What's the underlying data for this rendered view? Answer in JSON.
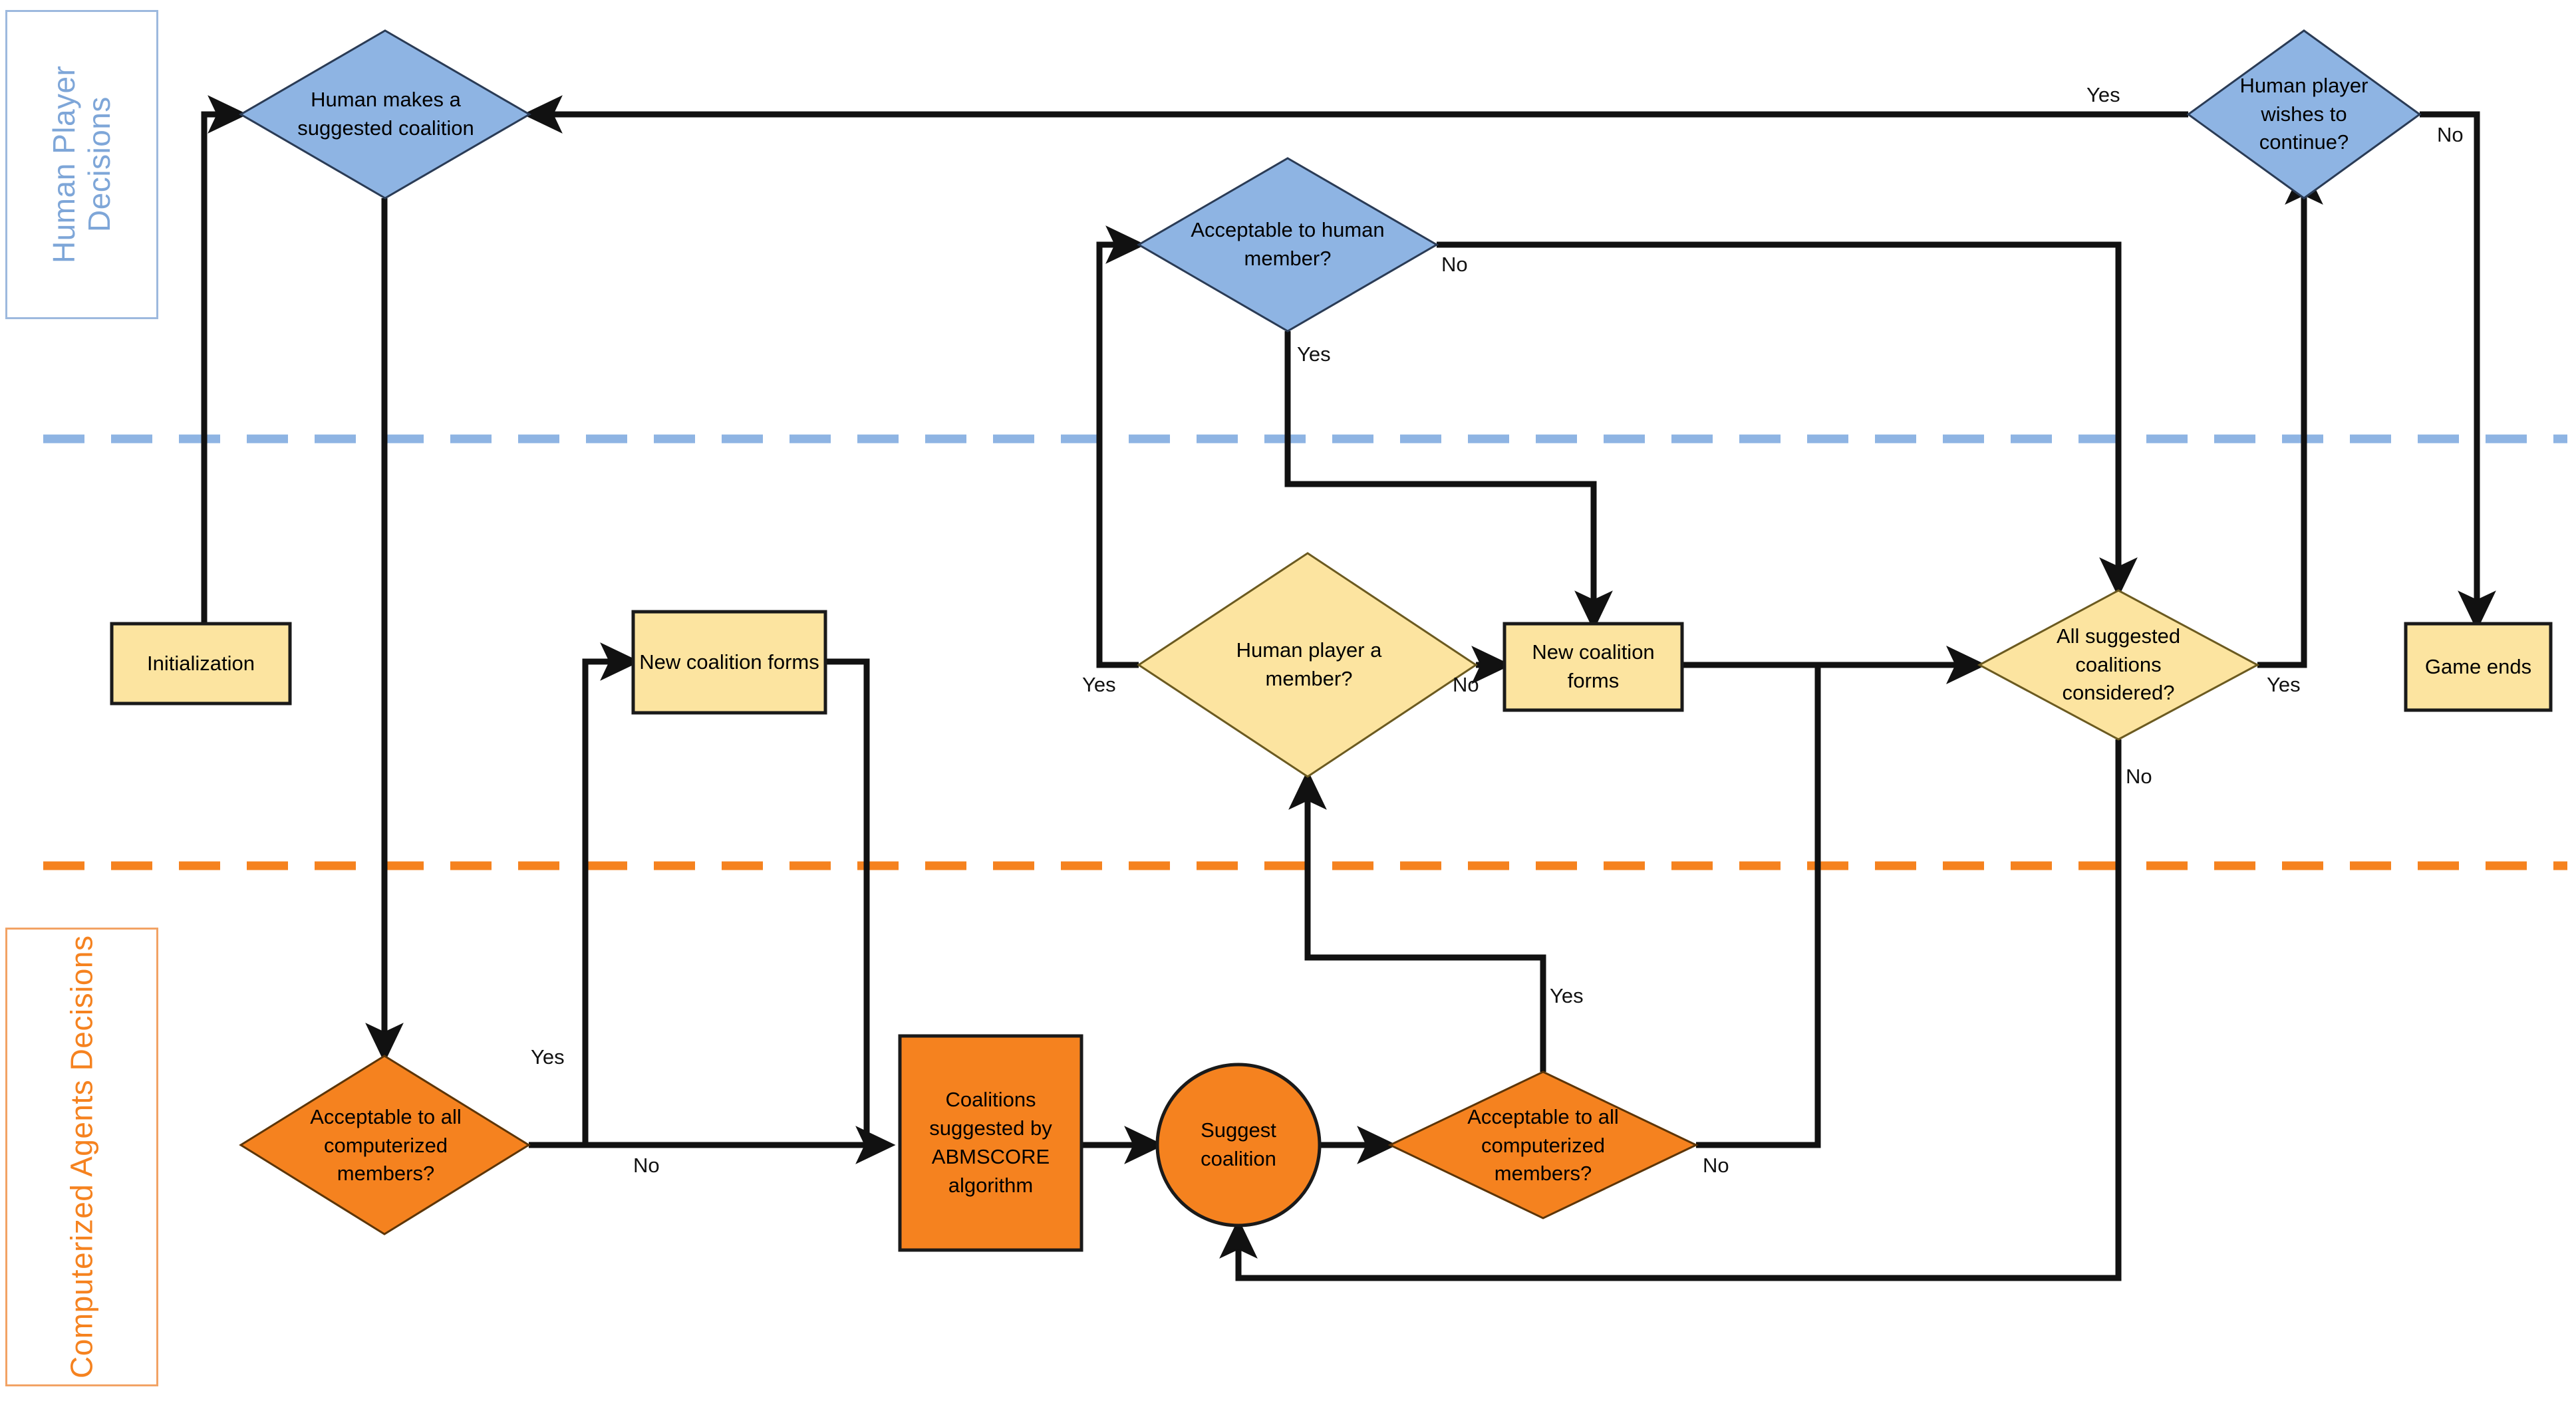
{
  "diagram": {
    "type": "flowchart",
    "title": "Human player and computerized agents coalition formation flowchart",
    "colors": {
      "human_fill": "#8EB4E3",
      "human_lane_border": "#9DB9DE",
      "human_lane_text": "#7EA6D8",
      "human_divider": "#8EB4E3",
      "process_fill": "#FCE4A0",
      "computerized_fill": "#F5821F",
      "computerized_lane_border": "#F2A365",
      "computerized_lane_text": "#F5821F",
      "computerized_divider": "#F5821F",
      "edge": "#111111",
      "node_border": "#1A1A1A"
    }
  },
  "lanes": [
    {
      "id": "human",
      "label": "Human Player\nDecisions"
    },
    {
      "id": "computerized",
      "label": "Computerized Agents\nDecisions"
    }
  ],
  "nodes": [
    {
      "id": "human-makes-suggested-coalition",
      "shape": "diamond",
      "fill": "human",
      "label": "Human makes a suggested coalition"
    },
    {
      "id": "acceptable-to-human-member",
      "shape": "diamond",
      "fill": "human",
      "label": "Acceptable to human member?"
    },
    {
      "id": "human-player-wishes-to-continue",
      "shape": "diamond",
      "fill": "human",
      "label": "Human player wishes to continue?"
    },
    {
      "id": "initialization",
      "shape": "rect",
      "fill": "process",
      "label": "Initialization"
    },
    {
      "id": "new-coalition-forms-left",
      "shape": "rect",
      "fill": "process",
      "label": "New coalition forms"
    },
    {
      "id": "human-player-a-member",
      "shape": "diamond",
      "fill": "process",
      "label": "Human player a member?"
    },
    {
      "id": "new-coalition-forms-right",
      "shape": "rect",
      "fill": "process",
      "label": "New coalition forms"
    },
    {
      "id": "all-suggested-coalitions-considered",
      "shape": "diamond",
      "fill": "process",
      "label": "All suggested coalitions considered?"
    },
    {
      "id": "game-ends",
      "shape": "rect",
      "fill": "process",
      "label": "Game ends"
    },
    {
      "id": "acceptable-all-computerized-left",
      "shape": "diamond",
      "fill": "computerized",
      "label": "Acceptable to all computerized members?"
    },
    {
      "id": "coalitions-suggested-abmscore",
      "shape": "rect",
      "fill": "computerized",
      "label": "Coalitions suggested by ABMSCORE algorithm"
    },
    {
      "id": "suggest-coalition",
      "shape": "ellipse",
      "fill": "computerized",
      "label": "Suggest coalition"
    },
    {
      "id": "acceptable-all-computerized-right",
      "shape": "diamond",
      "fill": "computerized",
      "label": "Acceptable to all computerized members?"
    }
  ],
  "edge_labels": [
    {
      "id": "label-continue-yes",
      "text": "Yes"
    },
    {
      "id": "label-continue-no",
      "text": "No"
    },
    {
      "id": "label-acceptable-human-no",
      "text": "No"
    },
    {
      "id": "label-acceptable-human-yes",
      "text": "Yes"
    },
    {
      "id": "label-human-member-yes",
      "text": "Yes"
    },
    {
      "id": "label-human-member-no",
      "text": "No"
    },
    {
      "id": "label-all-considered-yes",
      "text": "Yes"
    },
    {
      "id": "label-all-considered-no",
      "text": "No"
    },
    {
      "id": "label-comp-left-yes",
      "text": "Yes"
    },
    {
      "id": "label-comp-left-no",
      "text": "No"
    },
    {
      "id": "label-comp-right-yes",
      "text": "Yes"
    },
    {
      "id": "label-comp-right-no",
      "text": "No"
    }
  ],
  "edges": [
    {
      "from": "initialization",
      "to": "human-makes-suggested-coalition",
      "label": ""
    },
    {
      "from": "human-makes-suggested-coalition",
      "to": "acceptable-all-computerized-left",
      "label": ""
    },
    {
      "from": "acceptable-all-computerized-left",
      "to": "new-coalition-forms-left",
      "label": "Yes"
    },
    {
      "from": "acceptable-all-computerized-left",
      "to": "coalitions-suggested-abmscore",
      "label": "No"
    },
    {
      "from": "coalitions-suggested-abmscore",
      "to": "suggest-coalition",
      "label": ""
    },
    {
      "from": "suggest-coalition",
      "to": "acceptable-all-computerized-right",
      "label": ""
    },
    {
      "from": "acceptable-all-computerized-right",
      "to": "human-player-a-member",
      "label": "Yes"
    },
    {
      "from": "acceptable-all-computerized-right",
      "to": "all-suggested-coalitions-considered",
      "label": "No"
    },
    {
      "from": "human-player-a-member",
      "to": "acceptable-to-human-member",
      "label": "Yes"
    },
    {
      "from": "human-player-a-member",
      "to": "new-coalition-forms-right",
      "label": "No"
    },
    {
      "from": "acceptable-to-human-member",
      "to": "new-coalition-forms-right",
      "label": "Yes"
    },
    {
      "from": "acceptable-to-human-member",
      "to": "all-suggested-coalitions-considered",
      "label": "No"
    },
    {
      "from": "new-coalition-forms-left",
      "to": "coalitions-suggested-abmscore",
      "label": ""
    },
    {
      "from": "new-coalition-forms-right",
      "to": "all-suggested-coalitions-considered",
      "label": ""
    },
    {
      "from": "all-suggested-coalitions-considered",
      "to": "human-player-wishes-to-continue",
      "label": "Yes"
    },
    {
      "from": "all-suggested-coalitions-considered",
      "to": "suggest-coalition",
      "label": "No"
    },
    {
      "from": "human-player-wishes-to-continue",
      "to": "human-makes-suggested-coalition",
      "label": "Yes"
    },
    {
      "from": "human-player-wishes-to-continue",
      "to": "game-ends",
      "label": "No"
    }
  ]
}
